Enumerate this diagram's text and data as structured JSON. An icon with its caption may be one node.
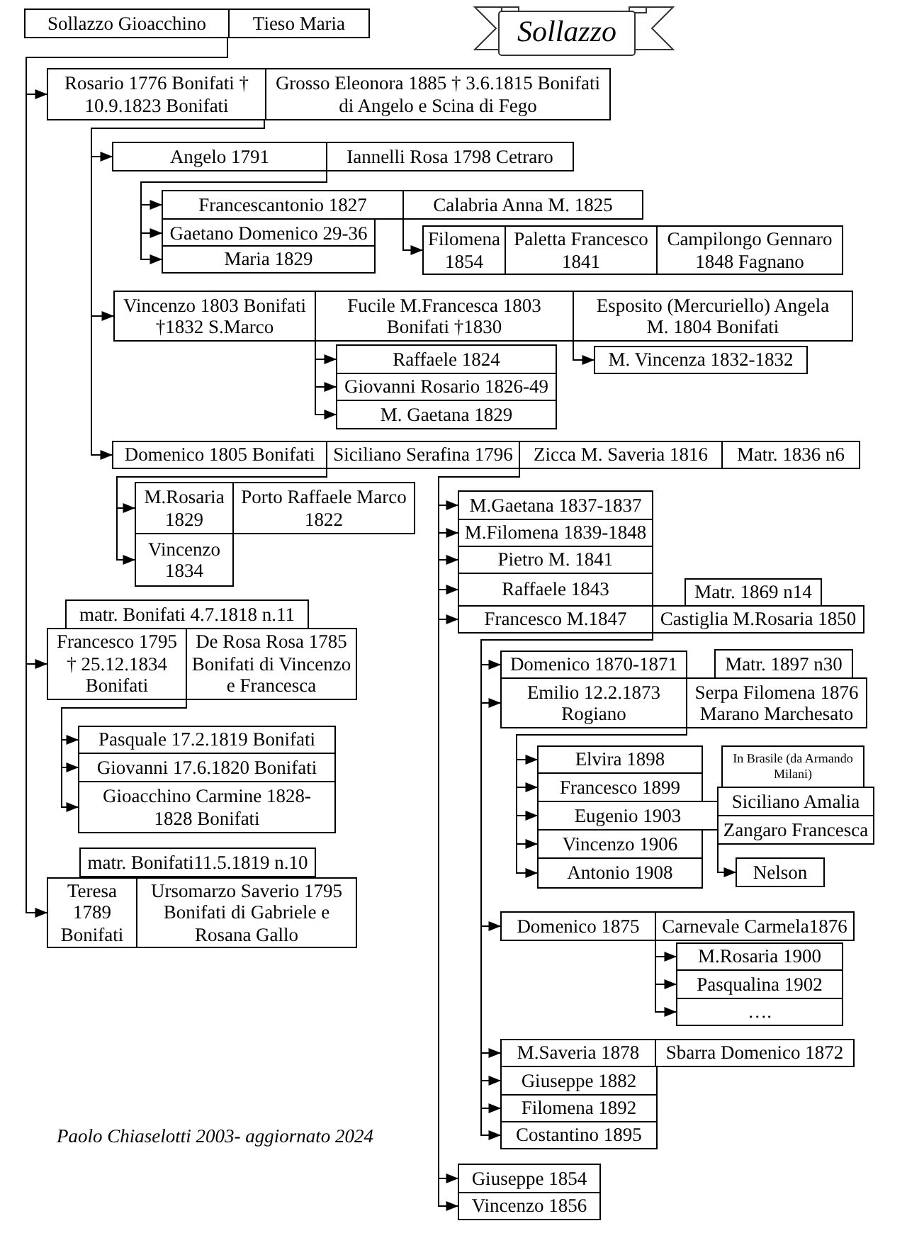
{
  "diagram": {
    "title": "Sollazzo",
    "caption": "Paolo Chiaselotti 2003- aggiornato 2024",
    "nodes": [
      {
        "text": [
          "Sollazzo Gioacchino"
        ]
      },
      {
        "text": [
          "Tieso Maria"
        ]
      },
      {
        "text": [
          "Rosario 1776 Bonifati † 10.9.1823 Bonifati"
        ]
      },
      {
        "text": [
          "Grosso Eleonora  1885 † 3.6.1815 Bonifati di Angelo e Scina di Fego"
        ]
      },
      {
        "text": [
          "Angelo 1791"
        ]
      },
      {
        "text": [
          "Iannelli Rosa 1798 Cetraro"
        ]
      },
      {
        "text": [
          "Francescantonio 1827"
        ]
      },
      {
        "text": [
          "Calabria Anna M. 1825"
        ]
      },
      {
        "text": [
          "Gaetano Domenico 29-36"
        ]
      },
      {
        "text": [
          "Maria 1829"
        ]
      },
      {
        "text": [
          "Filomena 1854"
        ]
      },
      {
        "text": [
          "Paletta Francesco 1841"
        ]
      },
      {
        "text": [
          "Campilongo Gennaro 1848 Fagnano"
        ]
      },
      {
        "text": [
          "Vincenzo 1803 Bonifati †1832 S.Marco"
        ]
      },
      {
        "text": [
          "Fucile M.Francesca 1803 Bonifati †1830"
        ]
      },
      {
        "text": [
          "Esposito (Mercuriello) Angela M. 1804 Bonifati"
        ]
      },
      {
        "text": [
          "Raffaele 1824"
        ]
      },
      {
        "text": [
          "Giovanni Rosario 1826-49"
        ]
      },
      {
        "text": [
          "M. Gaetana 1829"
        ]
      },
      {
        "text": [
          "M. Vincenza 1832-1832"
        ]
      },
      {
        "text": [
          "Domenico 1805 Bonifati"
        ]
      },
      {
        "text": [
          "Siciliano Serafina 1796"
        ]
      },
      {
        "text": [
          "Zicca M. Saveria 1816"
        ]
      },
      {
        "text": [
          "Matr. 1836 n6"
        ]
      },
      {
        "text": [
          "M.Rosaria 1829"
        ]
      },
      {
        "text": [
          "Porto Raffaele Marco 1822"
        ]
      },
      {
        "text": [
          "Vincenzo 1834"
        ]
      },
      {
        "text": [
          "M.Gaetana 1837-1837"
        ]
      },
      {
        "text": [
          "M.Filomena 1839-1848"
        ]
      },
      {
        "text": [
          "Pietro M. 1841"
        ]
      },
      {
        "text": [
          "Raffaele 1843"
        ]
      },
      {
        "text": [
          "Matr. 1869 n14"
        ]
      },
      {
        "text": [
          "Francesco M.1847"
        ]
      },
      {
        "text": [
          "Castiglia M.Rosaria 1850"
        ]
      },
      {
        "text": [
          "Domenico 1870-1871"
        ]
      },
      {
        "text": [
          "Matr. 1897 n30"
        ]
      },
      {
        "text": [
          "Emilio 12.2.1873 Rogiano"
        ]
      },
      {
        "text": [
          "Serpa Filomena 1876 Marano Marchesato"
        ]
      },
      {
        "text": [
          "Elvira 1898"
        ]
      },
      {
        "text": [
          "Francesco 1899"
        ]
      },
      {
        "text": [
          "Eugenio 1903"
        ]
      },
      {
        "text": [
          "Vincenzo 1906"
        ]
      },
      {
        "text": [
          "Antonio 1908"
        ]
      },
      {
        "text": [
          "In Brasile (da Armando Milani)"
        ]
      },
      {
        "text": [
          "Siciliano Amalia"
        ]
      },
      {
        "text": [
          "Zangaro Francesca"
        ]
      },
      {
        "text": [
          "Nelson"
        ]
      },
      {
        "text": [
          "Domenico 1875"
        ]
      },
      {
        "text": [
          "Carnevale Carmela1876"
        ]
      },
      {
        "text": [
          "M.Rosaria 1900"
        ]
      },
      {
        "text": [
          "Pasqualina 1902"
        ]
      },
      {
        "text": [
          "…."
        ]
      },
      {
        "text": [
          "M.Saveria 1878"
        ]
      },
      {
        "text": [
          "Sbarra Domenico 1872"
        ]
      },
      {
        "text": [
          "Giuseppe 1882"
        ]
      },
      {
        "text": [
          "Filomena 1892"
        ]
      },
      {
        "text": [
          "Costantino 1895"
        ]
      },
      {
        "text": [
          "Giuseppe 1854"
        ]
      },
      {
        "text": [
          "Vincenzo 1856"
        ]
      },
      {
        "text": [
          "matr. Bonifati 4.7.1818 n.11"
        ]
      },
      {
        "text": [
          "Francesco 1795 † 25.12.1834 Bonifati"
        ]
      },
      {
        "text": [
          "De Rosa Rosa 1785 Bonifati di Vincenzo e Francesca"
        ]
      },
      {
        "text": [
          "Pasquale 17.2.1819 Bonifati"
        ]
      },
      {
        "text": [
          "Giovanni 17.6.1820 Bonifati"
        ]
      },
      {
        "text": [
          "Gioacchino Carmine 1828-1828 Bonifati"
        ]
      },
      {
        "text": [
          "matr. Bonifati11.5.1819 n.10"
        ]
      },
      {
        "text": [
          "Teresa 1789 Bonifati"
        ]
      },
      {
        "text": [
          "Ursomarzo Saverio 1795 Bonifati di Gabriele e Rosana Gallo"
        ]
      }
    ],
    "edges": [
      {
        "from": 0,
        "to": 2,
        "arrow": "to"
      },
      {
        "from": 0,
        "to": 60,
        "arrow": "to"
      },
      {
        "from": 0,
        "to": 66,
        "arrow": "to"
      },
      {
        "from": 2,
        "to": 4,
        "arrow": "to"
      },
      {
        "from": 2,
        "to": 13,
        "arrow": "to"
      },
      {
        "from": 2,
        "to": 20,
        "arrow": "to"
      },
      {
        "from": 4,
        "to": 6,
        "arrow": "to"
      },
      {
        "from": 4,
        "to": 8,
        "arrow": "to"
      },
      {
        "from": 4,
        "to": 9,
        "arrow": "to"
      },
      {
        "from": 6,
        "to": 10,
        "arrow": "to"
      },
      {
        "from": 14,
        "to": 16,
        "arrow": "to"
      },
      {
        "from": 14,
        "to": 17,
        "arrow": "to"
      },
      {
        "from": 14,
        "to": 18,
        "arrow": "to"
      },
      {
        "from": 15,
        "to": 19,
        "arrow": "to"
      },
      {
        "from": 20,
        "to": 24,
        "arrow": "to"
      },
      {
        "from": 20,
        "to": 26,
        "arrow": "to"
      },
      {
        "from": 22,
        "to": 27,
        "arrow": "to"
      },
      {
        "from": 22,
        "to": 28,
        "arrow": "to"
      },
      {
        "from": 22,
        "to": 29,
        "arrow": "to"
      },
      {
        "from": 22,
        "to": 30,
        "arrow": "to"
      },
      {
        "from": 22,
        "to": 32,
        "arrow": "to"
      },
      {
        "from": 22,
        "to": 57,
        "arrow": "to"
      },
      {
        "from": 22,
        "to": 58,
        "arrow": "to"
      },
      {
        "from": 32,
        "to": 34,
        "arrow": "to"
      },
      {
        "from": 32,
        "to": 36,
        "arrow": "to"
      },
      {
        "from": 32,
        "to": 47,
        "arrow": "to"
      },
      {
        "from": 32,
        "to": 52,
        "arrow": "to"
      },
      {
        "from": 32,
        "to": 54,
        "arrow": "to"
      },
      {
        "from": 32,
        "to": 55,
        "arrow": "to"
      },
      {
        "from": 32,
        "to": 56,
        "arrow": "to"
      },
      {
        "from": 36,
        "to": 38,
        "arrow": "to"
      },
      {
        "from": 36,
        "to": 39,
        "arrow": "to"
      },
      {
        "from": 36,
        "to": 40,
        "arrow": "to"
      },
      {
        "from": 36,
        "to": 41,
        "arrow": "to"
      },
      {
        "from": 36,
        "to": 42,
        "arrow": "to"
      },
      {
        "from": 45,
        "to": 46,
        "arrow": "to"
      },
      {
        "from": 47,
        "to": 49,
        "arrow": "to"
      },
      {
        "from": 47,
        "to": 50,
        "arrow": "to"
      },
      {
        "from": 47,
        "to": 51,
        "arrow": "to"
      },
      {
        "from": 60,
        "to": 62,
        "arrow": "to"
      },
      {
        "from": 60,
        "to": 63,
        "arrow": "to"
      },
      {
        "from": 60,
        "to": 64,
        "arrow": "to"
      }
    ]
  }
}
